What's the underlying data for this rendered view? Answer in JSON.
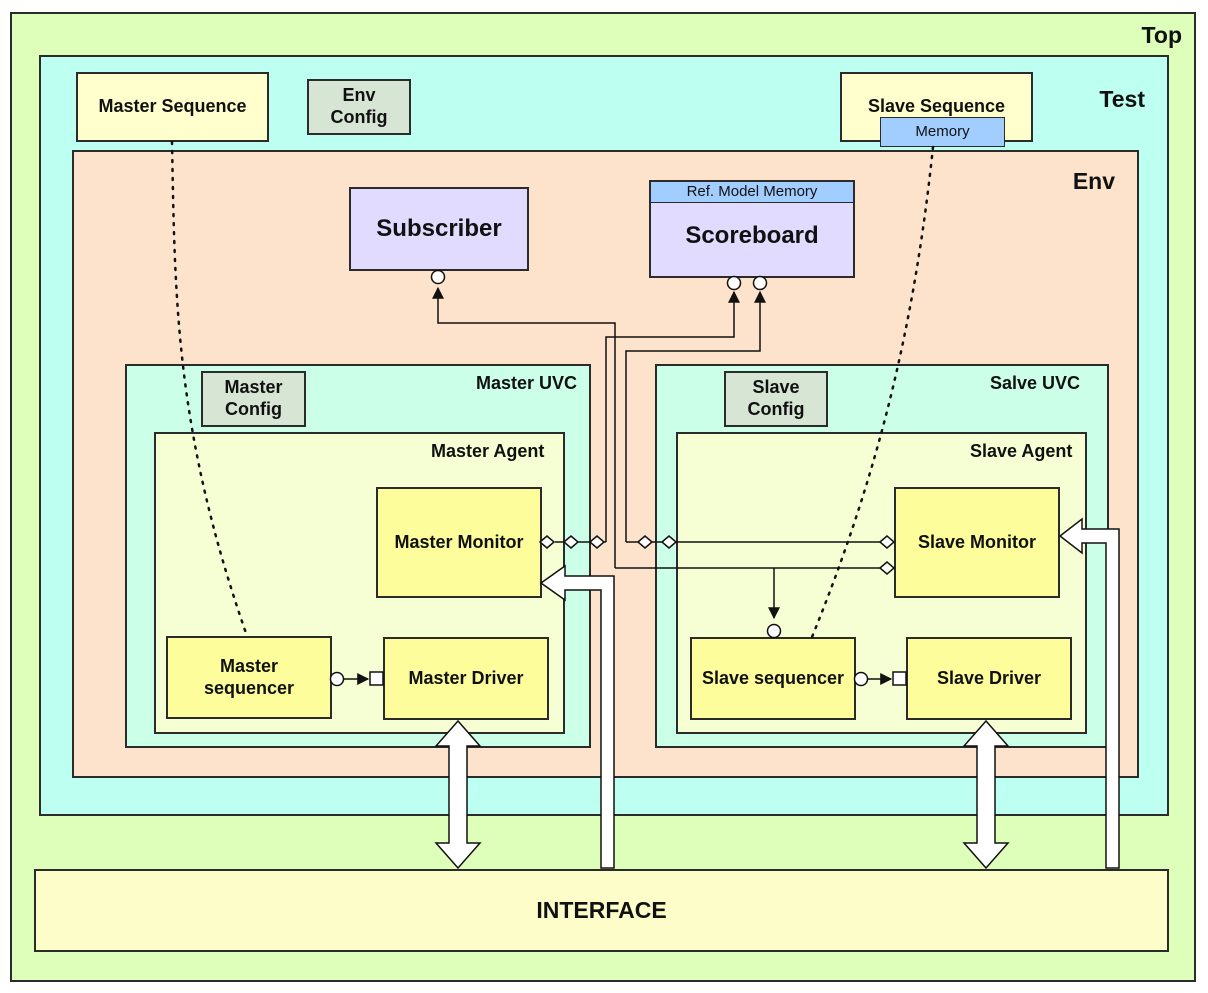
{
  "colors": {
    "top": "#ddffb9",
    "test": "#bdfff0",
    "env": "#fde3cb",
    "uvc": "#ccffe8",
    "agent": "#f6ffd3",
    "component": "#fdfd9c",
    "config": "#d6e5d4",
    "sequence": "#ffffcd",
    "analysis": "#e1dbff",
    "memory": "#a2cdff",
    "interface": "#fdfdc9"
  },
  "top": {
    "label": "Top"
  },
  "test": {
    "label": "Test"
  },
  "env": {
    "label": "Env"
  },
  "master_sequence": {
    "label": "Master Sequence"
  },
  "env_config": {
    "label": "Env\nConfig"
  },
  "slave_sequence": {
    "label": "Slave Sequence",
    "memory_label": "Memory"
  },
  "subscriber": {
    "label": "Subscriber"
  },
  "scoreboard": {
    "label": "Scoreboard",
    "memory_label": "Ref. Model Memory"
  },
  "master_uvc": {
    "label": "Master UVC",
    "config_label": "Master\nConfig",
    "agent_label": "Master Agent",
    "monitor_label": "Master Monitor",
    "sequencer_label": "Master\nsequencer",
    "driver_label": "Master Driver"
  },
  "slave_uvc": {
    "label": "Salve UVC",
    "config_label": "Slave\nConfig",
    "agent_label": "Slave Agent",
    "monitor_label": "Slave Monitor",
    "sequencer_label": "Slave sequencer",
    "driver_label": "Slave Driver"
  },
  "interface": {
    "label": "INTERFACE"
  }
}
